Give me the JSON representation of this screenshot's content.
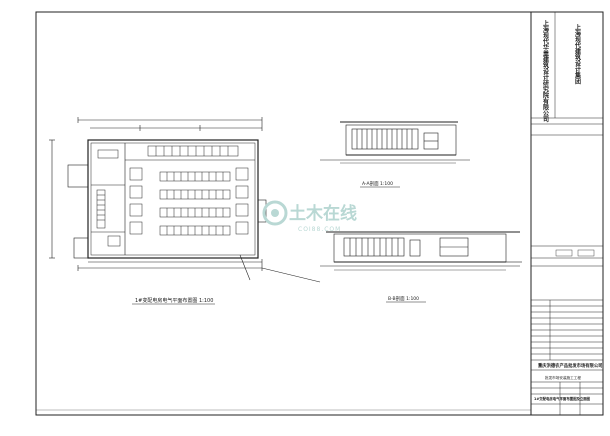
{
  "title_block": {
    "firm_top": "上海现代华盖建筑设计研究院有限公司",
    "firm_bottom": "上海现代建筑设计集团",
    "client": "重庆洪德农产品批发市场有限公司",
    "project": "批发市场安装施工工程",
    "drawing_title": "1#交配电房电气平面布置图及立面图"
  },
  "drawings": {
    "plan_label": "1#变配电房电气平面布置图 1:100",
    "section_aa_label": "A-A剖面 1:100",
    "section_bb_label": "B-B剖面 1:100"
  },
  "watermark": {
    "text_cn": "土木在线",
    "text_en": "COI88.COM"
  },
  "colors": {
    "line": "#222222",
    "watermark": "#b9d8d4"
  }
}
